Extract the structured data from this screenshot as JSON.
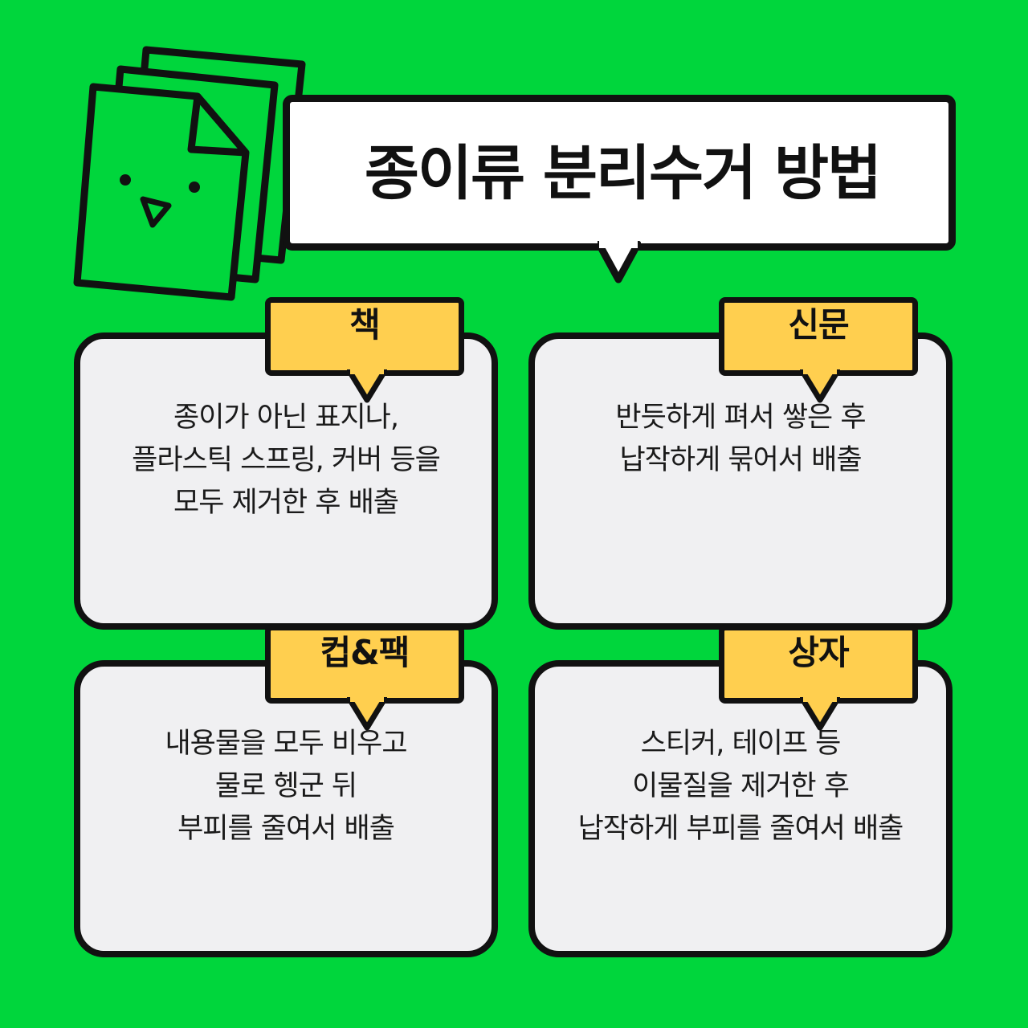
{
  "title": "종이류 분리수거 방법",
  "colors": {
    "background": "#00d63c",
    "card": "#f0f0f2",
    "tag": "#ffcf4f",
    "outline": "#111111"
  },
  "illustration": {
    "icon": "paper-stack-icon"
  },
  "cards": [
    {
      "tag": "책",
      "lines": [
        "종이가 아닌 표지나,",
        "플라스틱 스프링, 커버 등을",
        "모두 제거한 후 배출"
      ]
    },
    {
      "tag": "신문",
      "lines": [
        "반듯하게 펴서 쌓은 후",
        "납작하게 묶어서 배출"
      ]
    },
    {
      "tag": "컵&팩",
      "lines": [
        "내용물을 모두 비우고",
        "물로 헹군 뒤",
        "부피를 줄여서 배출"
      ]
    },
    {
      "tag": "상자",
      "lines": [
        "스티커, 테이프 등",
        "이물질을 제거한 후",
        "납작하게 부피를 줄여서 배출"
      ]
    }
  ]
}
